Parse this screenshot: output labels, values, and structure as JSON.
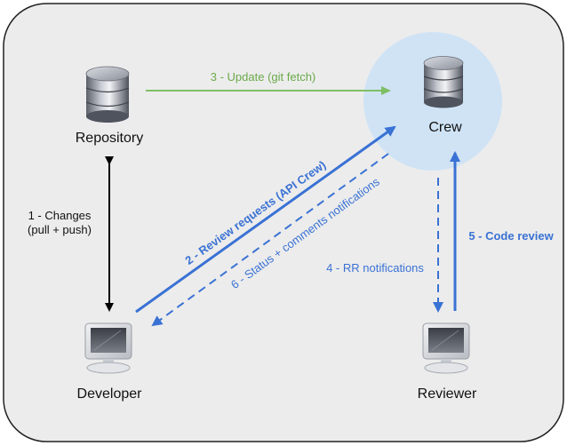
{
  "nodes": {
    "repository": {
      "label": "Repository",
      "icon": "database-icon"
    },
    "crew": {
      "label": "Crew",
      "icon": "database-icon"
    },
    "developer": {
      "label": "Developer",
      "icon": "computer-monitor-icon"
    },
    "reviewer": {
      "label": "Reviewer",
      "icon": "computer-monitor-icon"
    }
  },
  "edges": {
    "changes": {
      "line1": "1 - Changes",
      "line2": "(pull + push)",
      "color": "#000000"
    },
    "review_requests": {
      "label": "2 - Review requests (API Crew)",
      "color": "#3a72d4"
    },
    "update": {
      "label": "3 - Update (git fetch)",
      "color": "#6aaa4a"
    },
    "rr_notifications": {
      "label": "4 - RR notifications",
      "color": "#3a72d4"
    },
    "code_review": {
      "label": "5 - Code review",
      "color": "#3a72d4"
    },
    "status_notifications": {
      "label": "6 - Status + comments notifications",
      "color": "#3a72d4"
    }
  },
  "colors": {
    "background_panel": "#ececec",
    "panel_border": "#222222",
    "crew_circle": "#cfe3f5"
  }
}
